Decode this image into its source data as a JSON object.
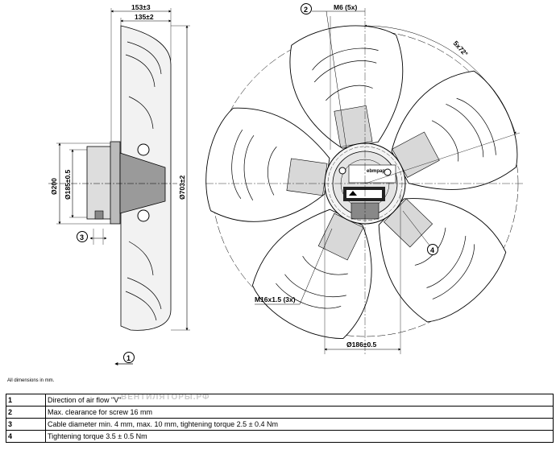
{
  "side_view": {
    "dim_overall_depth": "153±3",
    "dim_blade_depth": "135±2",
    "dim_diameter_outer": "Ø703±2",
    "dim_flange_diameter": "Ø200",
    "dim_bolt_circle": "Ø185±0.5",
    "callout_cable": "3"
  },
  "front_view": {
    "callout_screw": "2",
    "screw_spec": "M6 (5x)",
    "angle_spec": "5x72°",
    "mount_thread": "M16x1.5 (3x)",
    "callout_torque": "4",
    "hub_diameter": "Ø186±0.5",
    "brand_label": "ebmpapst"
  },
  "airflow": {
    "callout": "1",
    "symbol": "V"
  },
  "units_note": "All dimensions in mm.",
  "watermark": "ВЕНТИЛЯТОРЫ.РФ",
  "legend": [
    {
      "num": "1",
      "text": "Direction of air flow \"V\""
    },
    {
      "num": "2",
      "text": "Max. clearance for screw 16 mm"
    },
    {
      "num": "3",
      "text": "Cable diameter min. 4 mm, max. 10 mm, tightening torque 2.5 ± 0.4 Nm"
    },
    {
      "num": "4",
      "text": "Tightening torque 3.5 ± 0.5 Nm"
    }
  ],
  "colors": {
    "line": "#000000",
    "fill": "#e6e6e6",
    "dark": "#555555"
  }
}
